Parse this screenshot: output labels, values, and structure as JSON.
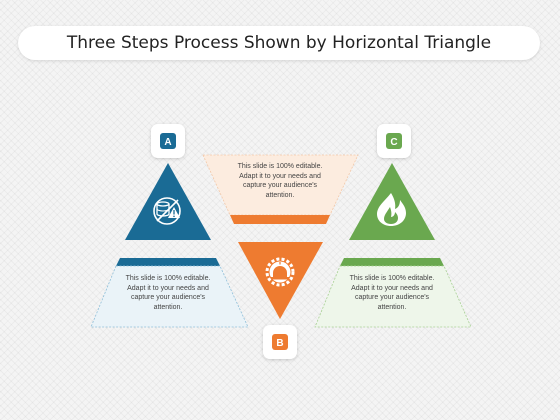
{
  "title": "Three Steps Process Shown by Horizontal Triangle",
  "steps": {
    "a": {
      "letter": "A",
      "text": "This slide is 100% editable. Adapt it to your needs and capture your audience's attention.",
      "color": "#1a6b95",
      "icon": "database-alert-icon"
    },
    "b": {
      "letter": "B",
      "text": "This slide is 100% editable. Adapt it to your needs and capture your audience's attention.",
      "color": "#ee7b30",
      "icon": "gear-alarm-icon"
    },
    "c": {
      "letter": "C",
      "text": "This slide is 100% editable. Adapt it to your needs and capture your audience's attention.",
      "color": "#6aa84f",
      "icon": "fire-icon"
    }
  }
}
